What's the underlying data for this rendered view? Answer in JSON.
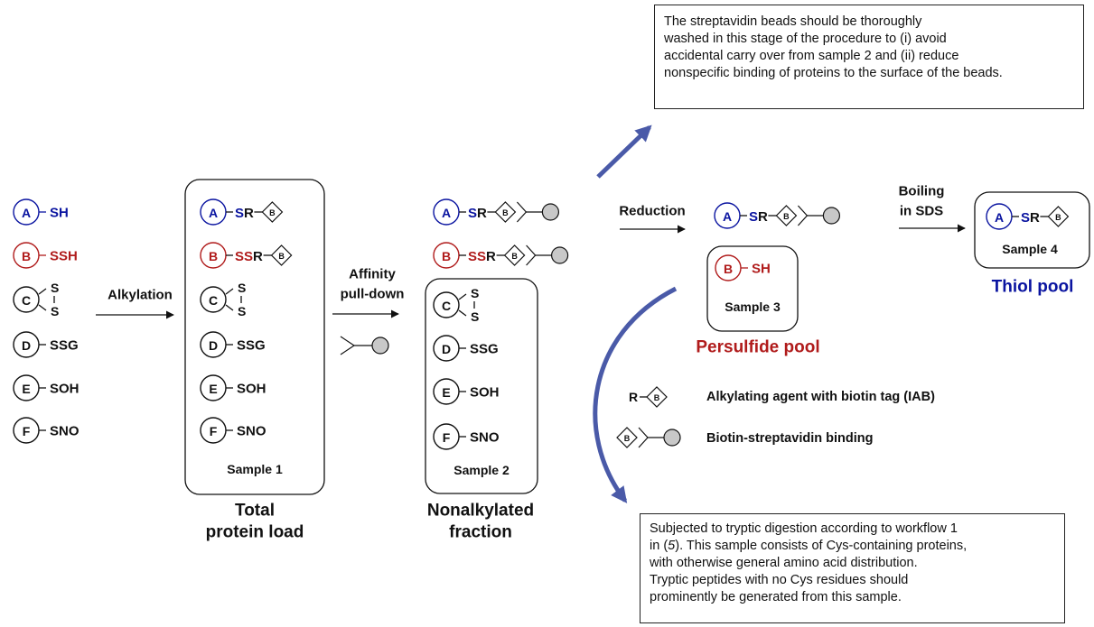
{
  "colors": {
    "blue": "#0a14a0",
    "red": "#b01b1b",
    "arrow_blue": "#4a5aa8",
    "black": "#111111",
    "bead": "#c8c8c8"
  },
  "initial_states": [
    {
      "letter": "A",
      "text": "SH",
      "color": "blue"
    },
    {
      "letter": "B",
      "text": "SSH",
      "color": "red"
    },
    {
      "letter": "C",
      "text": "S-S",
      "color": "black",
      "type": "disulfide"
    },
    {
      "letter": "D",
      "text": "SSG",
      "color": "black"
    },
    {
      "letter": "E",
      "text": "SOH",
      "color": "black"
    },
    {
      "letter": "F",
      "text": "SNO",
      "color": "black"
    }
  ],
  "sample1": {
    "items": [
      {
        "letter": "A",
        "prefix": "S",
        "suffix": "R",
        "color": "blue",
        "tag": true
      },
      {
        "letter": "B",
        "prefix": "SS",
        "suffix": "R",
        "color": "red",
        "tag": true
      },
      {
        "letter": "C",
        "type": "disulfide"
      },
      {
        "letter": "D",
        "text": "SSG"
      },
      {
        "letter": "E",
        "text": "SOH"
      },
      {
        "letter": "F",
        "text": "SNO"
      }
    ],
    "label": "Sample 1",
    "caption_line1": "Total",
    "caption_line2": "protein load"
  },
  "bound": [
    {
      "letter": "A",
      "prefix": "S",
      "suffix": "R",
      "color": "blue"
    },
    {
      "letter": "B",
      "prefix": "SS",
      "suffix": "R",
      "color": "red"
    }
  ],
  "sample2": {
    "items": [
      {
        "letter": "C",
        "type": "disulfide"
      },
      {
        "letter": "D",
        "text": "SSG"
      },
      {
        "letter": "E",
        "text": "SOH"
      },
      {
        "letter": "F",
        "text": "SNO"
      }
    ],
    "label": "Sample 2",
    "caption_line1": "Nonalkylated",
    "caption_line2": "fraction"
  },
  "steps": {
    "alkylation": "Alkylation",
    "affinity_line1": "Affinity",
    "affinity_line2": "pull-down",
    "reduction": "Reduction",
    "boiling_line1": "Boiling",
    "boiling_line2": "in SDS"
  },
  "after_reduction": {
    "letter": "A",
    "prefix": "S",
    "suffix": "R",
    "color": "blue"
  },
  "sample3": {
    "letter": "B",
    "text": "SH",
    "color": "red",
    "label": "Sample 3",
    "caption": "Persulfide pool"
  },
  "sample4": {
    "letter": "A",
    "prefix": "S",
    "suffix": "R",
    "color": "blue",
    "label": "Sample 4",
    "caption": "Thiol pool"
  },
  "legend": [
    {
      "symbol": "R",
      "label": "Alkylating agent with biotin tag (IAB)"
    },
    {
      "symbol": "binding",
      "label": "Biotin-streptavidin binding"
    }
  ],
  "tag_letter": "B",
  "sulfur_letter": "S",
  "note_top": [
    "The streptavidin beads should be thoroughly",
    "washed in this stage of the procedure to (i) avoid",
    "accidental carry over from sample 2 and (ii) reduce",
    "nonspecific binding of proteins to the surface of the beads."
  ],
  "note_bottom": {
    "line1": "Subjected to tryptic digestion according to workflow 1",
    "line2_pre": "in (",
    "line2_ref": "5",
    "line2_post": "). This sample consists of Cys-containing proteins,",
    "line3": "with otherwise general amino acid distribution.",
    "line4": "Tryptic peptides with no Cys residues should",
    "line5": "prominently be generated from this sample."
  }
}
